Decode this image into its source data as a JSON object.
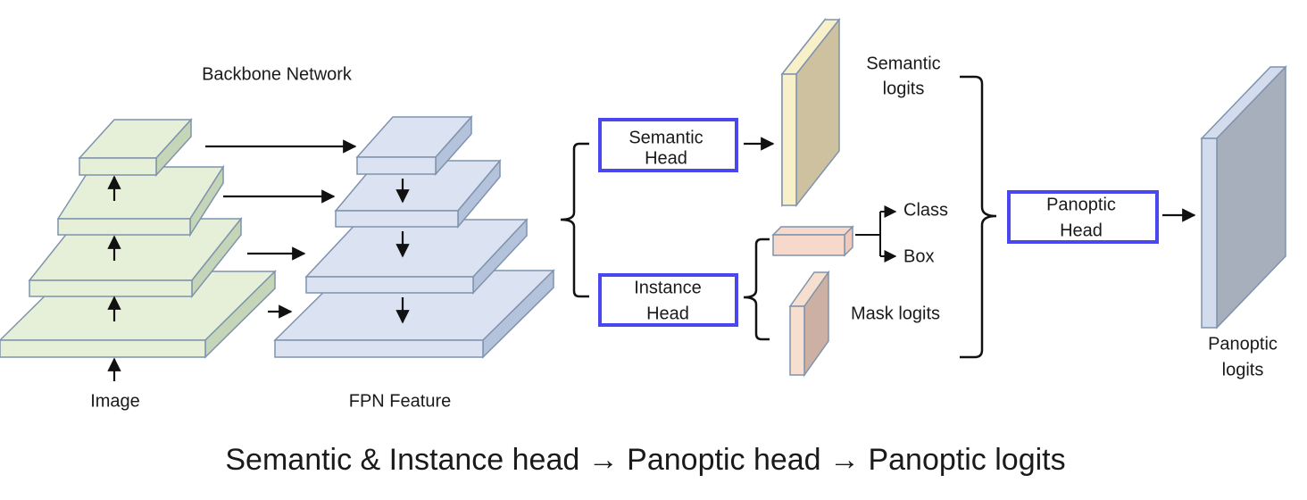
{
  "backbone": {
    "title": "Backbone Network",
    "input_label": "Image"
  },
  "fpn": {
    "label": "FPN Feature"
  },
  "heads": {
    "semantic": [
      "Semantic",
      "Head"
    ],
    "instance": [
      "Instance",
      "Head"
    ],
    "panoptic": [
      "Panoptic",
      "Head"
    ],
    "box_color": "#4b47ee"
  },
  "outputs": {
    "semantic_logits": [
      "Semantic",
      "logits"
    ],
    "class": "Class",
    "box": "Box",
    "mask_logits": "Mask logits",
    "panoptic_logits": [
      "Panoptic",
      "logits"
    ]
  },
  "caption": "Semantic & Instance head → Panoptic head → Panoptic logits",
  "colors": {
    "backbone_fill": "#e6f0d9",
    "backbone_side": "#c5d5b8",
    "fpn_fill": "#dbe3f3",
    "fpn_side": "#b5c2dc",
    "slab_stroke": "#7f93ad",
    "semantic_logits_front": "#cdc1a0",
    "semantic_logits_side": "#f8f0c8",
    "class_box_front": "#f7d9cb",
    "mask_logits_front": "#cdb0a4",
    "mask_logits_side": "#f6dfcf",
    "panoptic_logits_front": "#a7aebc",
    "panoptic_logits_side": "#d2dcec"
  }
}
